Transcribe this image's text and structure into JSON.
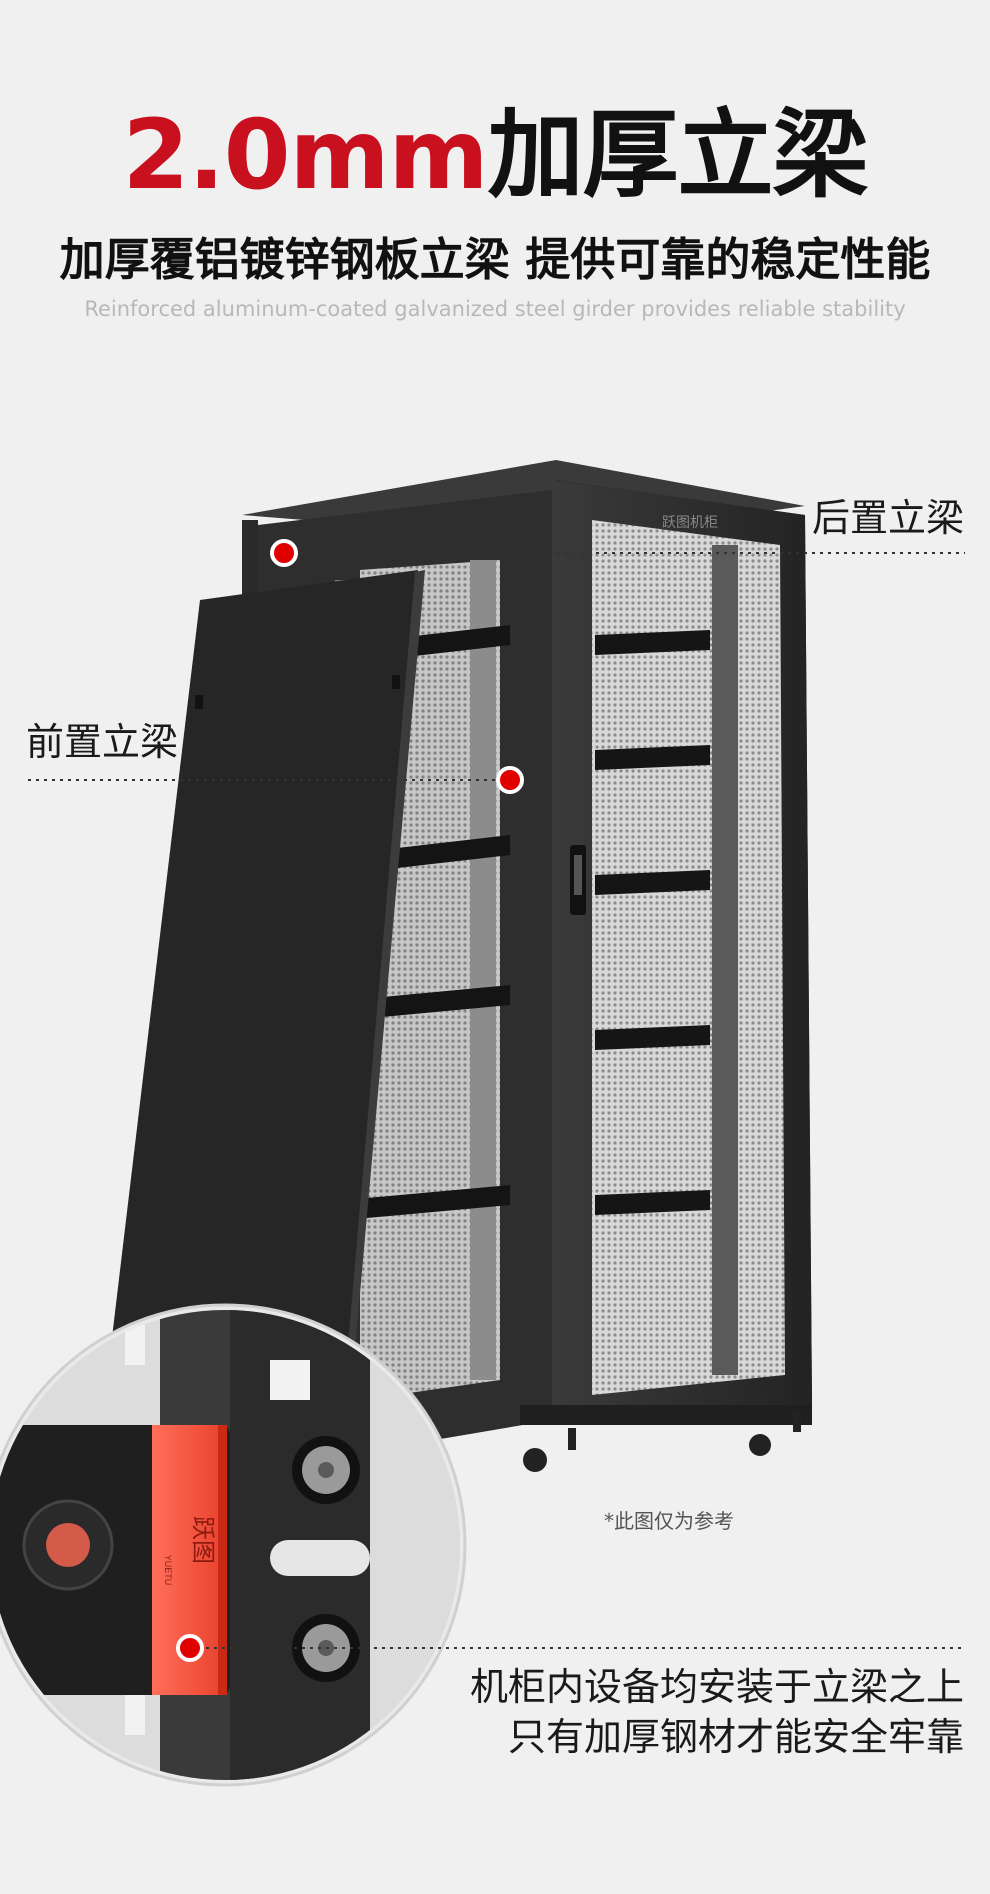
{
  "header": {
    "title_accent": "2.0mm",
    "title_main": "加厚立梁",
    "subtitle": "加厚覆铝镀锌钢板立梁 提供可靠的稳定性能",
    "subtitle_en": "Reinforced aluminum-coated galvanized steel girder provides reliable stability"
  },
  "product": {
    "brand_mark": "跃图机柜",
    "logo_text": "跃图",
    "logo_sub": "YUETU"
  },
  "callouts": {
    "rear": "后置立梁",
    "front": "前置立梁"
  },
  "note": "*此图仅为参考",
  "caption": {
    "line1": "机柜内设备均安装于立梁之上",
    "line2": "只有加厚钢材才能安全牢靠"
  },
  "colors": {
    "accent": "#c8101e",
    "dot": "#e00000",
    "cabinet": "#2a2a2a",
    "background": "#f0f0f0"
  }
}
